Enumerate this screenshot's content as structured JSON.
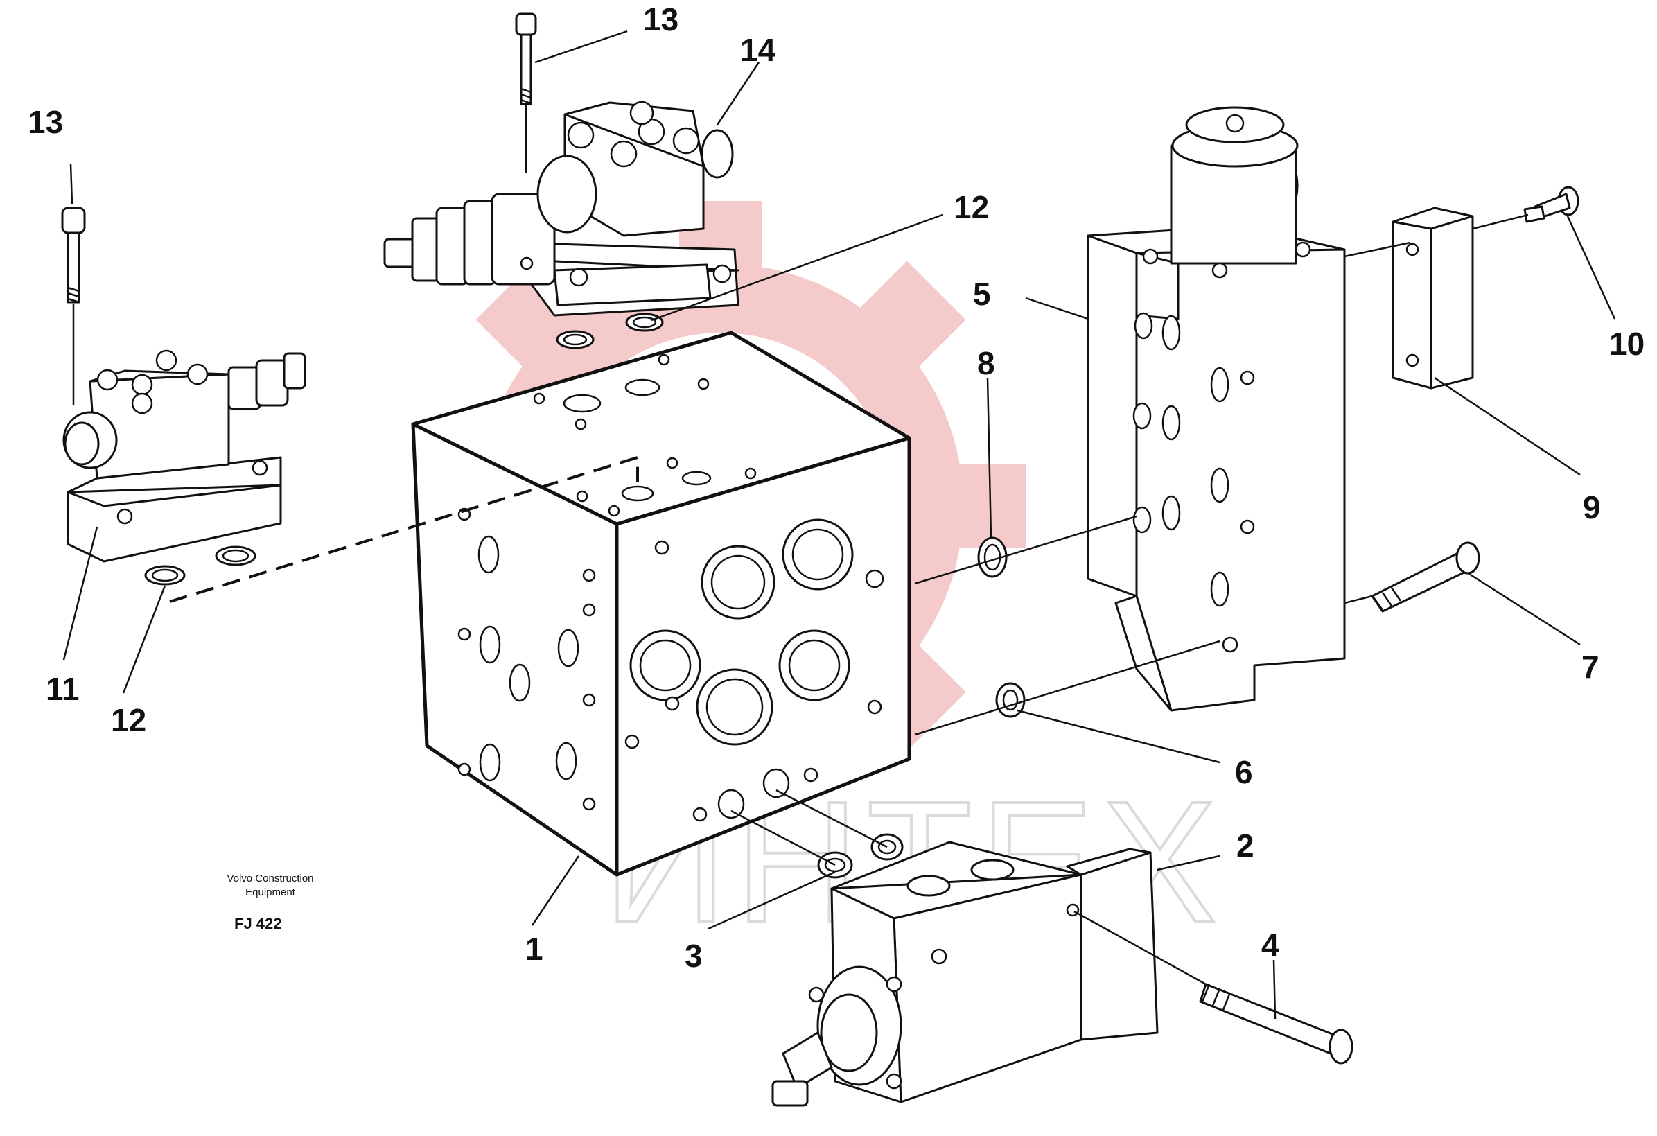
{
  "caption": {
    "maker_line1": "Volvo Construction",
    "maker_line2": "Equipment",
    "drawing_code": "FJ 422"
  },
  "watermark": {
    "text": "ИНТЕХ",
    "color": "#f2b8b8"
  },
  "callouts": [
    {
      "id": "c13a",
      "label": "13"
    },
    {
      "id": "c13b",
      "label": "13"
    },
    {
      "id": "c14",
      "label": "14"
    },
    {
      "id": "c12a",
      "label": "12"
    },
    {
      "id": "c12b",
      "label": "12"
    },
    {
      "id": "c11",
      "label": "11"
    },
    {
      "id": "c8",
      "label": "8"
    },
    {
      "id": "c5",
      "label": "5"
    },
    {
      "id": "c10",
      "label": "10"
    },
    {
      "id": "c9",
      "label": "9"
    },
    {
      "id": "c7",
      "label": "7"
    },
    {
      "id": "c6",
      "label": "6"
    },
    {
      "id": "c2",
      "label": "2"
    },
    {
      "id": "c4",
      "label": "4"
    },
    {
      "id": "c3",
      "label": "3"
    },
    {
      "id": "c1",
      "label": "1"
    }
  ]
}
